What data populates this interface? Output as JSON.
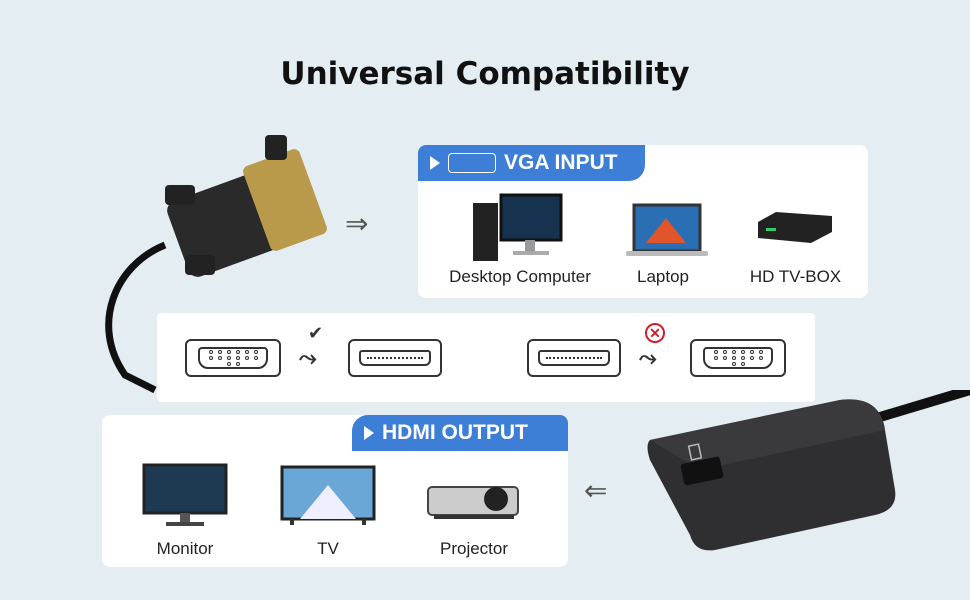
{
  "title": "Universal Compatibility",
  "vga_input": {
    "label": "VGA INPUT",
    "devices": [
      {
        "name": "Desktop Computer",
        "icon": "desktop-computer-icon"
      },
      {
        "name": "Laptop",
        "icon": "laptop-icon"
      },
      {
        "name": "HD TV-BOX",
        "icon": "tv-box-icon"
      }
    ]
  },
  "hdmi_output": {
    "label": "HDMI OUTPUT",
    "devices": [
      {
        "name": "Monitor",
        "icon": "monitor-icon"
      },
      {
        "name": "TV",
        "icon": "tv-icon"
      },
      {
        "name": "Projector",
        "icon": "projector-icon"
      }
    ]
  },
  "colors": {
    "accent": "#3d7fd6",
    "check": "#333333",
    "cross": "#d0202a",
    "background": "#e4edf2"
  }
}
